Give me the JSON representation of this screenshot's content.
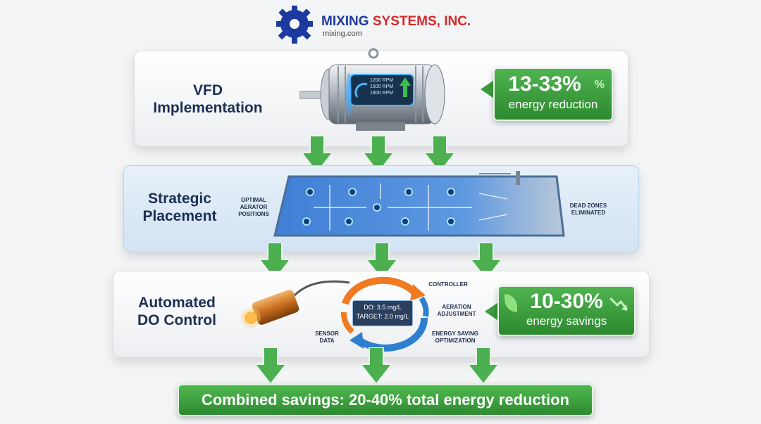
{
  "header": {
    "company": "MIXING SYSTEMS, INC.",
    "company_part1": "MIXING",
    "company_part2": "SYSTEMS, INC.",
    "website": "mixing.com",
    "brand_colors": {
      "blue": "#1c3aa0",
      "red": "#d42a2a"
    }
  },
  "vfd": {
    "title_line1": "VFD",
    "title_line2": "Implementation",
    "rpm_readings": [
      "1200 RPM",
      "1500 RPM",
      "1800 RPM"
    ],
    "badge_value": "13-33%",
    "badge_label": "energy reduction",
    "badge_icon": "%"
  },
  "placement": {
    "title_line1": "Strategic",
    "title_line2": "Placement",
    "left_label": [
      "OPTIMAL",
      "AERATOR",
      "POSITIONS"
    ],
    "right_label": [
      "DEAD ZONES",
      "ELIMINATED"
    ]
  },
  "do_control": {
    "title_line1": "Automated",
    "title_line2": "DO Control",
    "do_reading": "DO: 3.5 mg/L",
    "target_reading": "TARGET: 2.0 mg/L",
    "labels": {
      "controller": "CONTROLLER",
      "aeration": [
        "AERATION",
        "ADJUSTMENT"
      ],
      "sensor": [
        "SENSOR",
        "DATA"
      ],
      "energy": [
        "ENERGY SAVING",
        "OPTIMIZATION"
      ]
    },
    "badge_value": "10-30%",
    "badge_label": "energy savings"
  },
  "summary": {
    "text": "Combined savings: 20-40% total energy reduction"
  },
  "colors": {
    "green": "#3a9c3c",
    "navy": "#1c2f52",
    "water": "#4a86d6"
  }
}
